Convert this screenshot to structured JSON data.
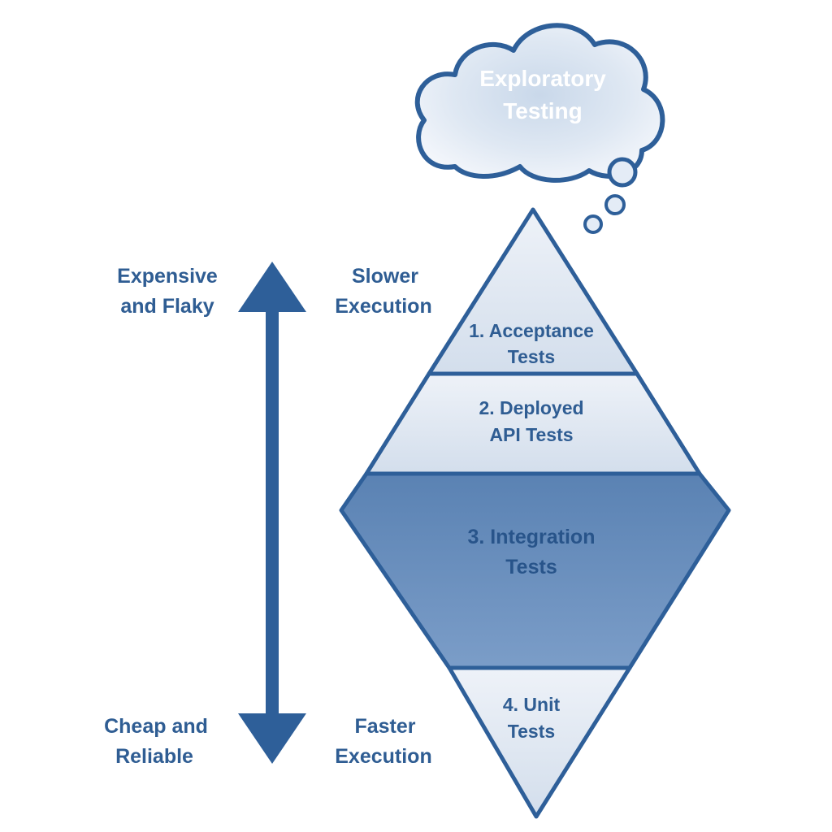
{
  "cloud": {
    "line1": "Exploratory",
    "line2": "Testing"
  },
  "left_axis": {
    "top_line1": "Expensive",
    "top_line2": "and Flaky",
    "bottom_line1": "Cheap and",
    "bottom_line2": "Reliable"
  },
  "speed_axis": {
    "top_line1": "Slower",
    "top_line2": "Execution",
    "bottom_line1": "Faster",
    "bottom_line2": "Execution"
  },
  "layers": [
    {
      "line1": "1. Acceptance",
      "line2": "Tests"
    },
    {
      "line1": "2. Deployed",
      "line2": "API Tests"
    },
    {
      "line1": "3. Integration",
      "line2": "Tests"
    },
    {
      "line1": "4. Unit",
      "line2": "Tests"
    }
  ],
  "colors": {
    "outline": "#2e5f99",
    "text": "#2f5d93",
    "light_layer": "#dde6f2",
    "dark_layer": "#6b91bf",
    "arrow": "#2e5f99"
  }
}
